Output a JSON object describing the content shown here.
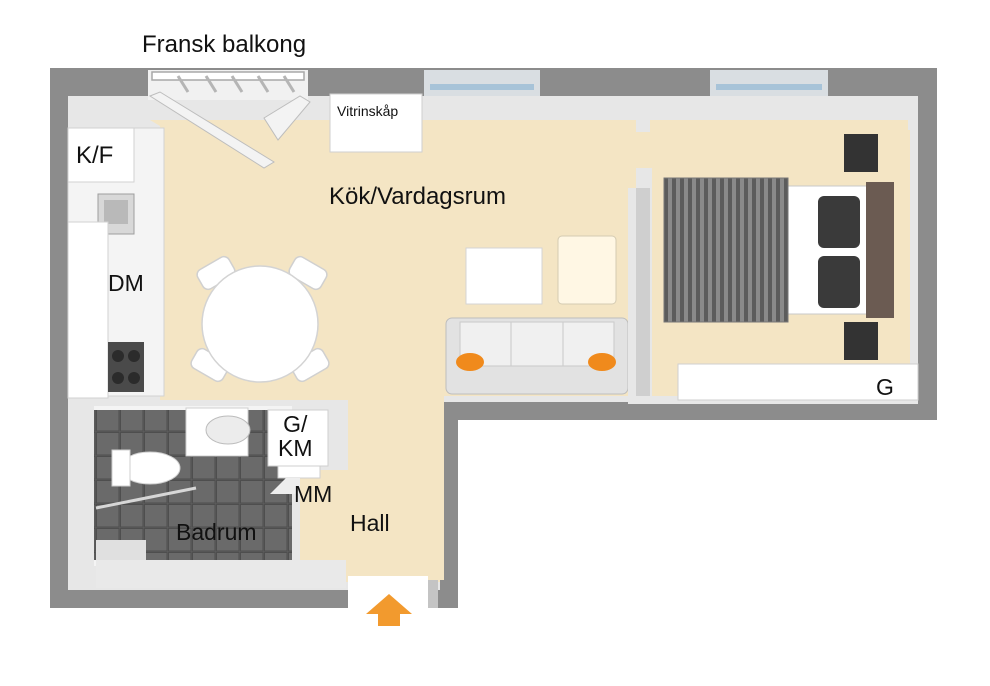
{
  "title": "Fransk balkong",
  "rooms": {
    "kitchen_living": "Kök/Vardagsrum",
    "bathroom": "Badrum",
    "hall": "Hall"
  },
  "fixtures": {
    "display_cabinet": "Vitrinskåp",
    "fridge_freezer": "K/F",
    "dishwasher": "DM",
    "wardrobe_bath": "G/\nKM",
    "washing_machine": "MM",
    "wardrobe_bedroom": "G"
  },
  "colors": {
    "wall": "#8c8c8c",
    "floor": "#f4e5c4",
    "bath_tile": "#5f5f5f",
    "cushion": "#f08a1c",
    "entry_arrow": "#f29a2e"
  },
  "icons": [
    "entry-arrow-icon"
  ]
}
